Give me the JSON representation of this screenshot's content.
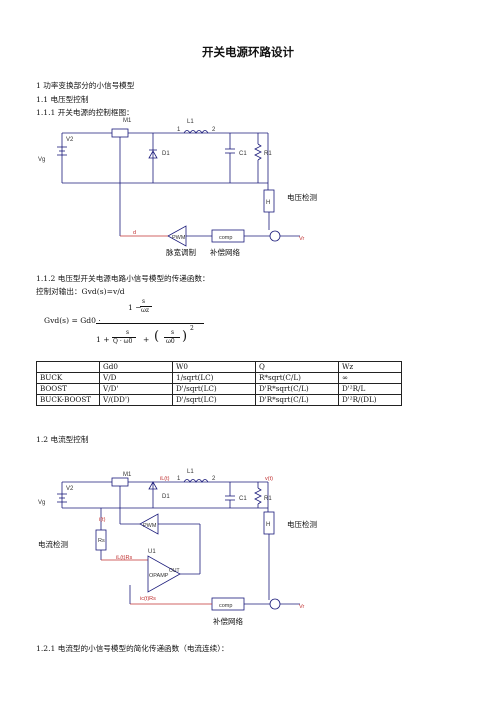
{
  "title": "开关电源环路设计",
  "sec1": "1    功率变换部分的小信号模型",
  "sec1_1": "1.1  电压型控制",
  "sec1_1_1": "1.1.1  开关电源的控制框图：",
  "diagram1": {
    "m1": "M1",
    "l1": "L1",
    "v2": "V2",
    "vg": "Vg",
    "d1": "D1",
    "c1": "C1",
    "r1": "R1",
    "n1": "1",
    "n2": "2",
    "h": "H",
    "pwm": "PWM",
    "comp": "comp",
    "d": "d",
    "vr": "Vr",
    "v_label": "电压检测",
    "pwm_label": "脉宽调制",
    "comp_label": "补偿网络"
  },
  "sec1_1_2": "1.1.2    电压型开关电源电路小信号模型的传递函数：",
  "control_output": "控制对输出：Gvd(s)=v/d",
  "formula": {
    "lhs": "Gvd(s) = Gd0 ·",
    "one_minus": "1 −",
    "s": "s",
    "wz": "ωz",
    "one_plus": "1 +",
    "q_w0": "Q · ω0",
    "plus": "+",
    "w0": "ω0",
    "sq": "2"
  },
  "table": {
    "headers": [
      "",
      "Gd0",
      "W0",
      "Q",
      "Wz"
    ],
    "rows": [
      [
        "BUCK",
        "V/D",
        "1/sqrt(LC)",
        "R*sqrt(C/L)",
        "∞"
      ],
      [
        "BOOST",
        "V/D'",
        "D'/sqrt(LC)",
        "D'R*sqrt(C/L)",
        "D'²R/L"
      ],
      [
        "BUCK-BOOST",
        "V/(DD')",
        "D'/sqrt(LC)",
        "D'R*sqrt(C/L)",
        "D'²R/(DL)"
      ]
    ]
  },
  "sec1_2": "1.2    电流型控制",
  "diagram2": {
    "m1": "M1",
    "l1": "L1",
    "v2": "V2",
    "vg": "Vg",
    "d1": "D1",
    "c1": "C1",
    "r1": "R1",
    "n1": "1",
    "n2": "2",
    "h": "H",
    "pwm": "PWM",
    "comp": "comp",
    "vr": "Vr",
    "il": "iL(t)",
    "vt": "v(t)",
    "rs": "Rs",
    "it": "i(t)",
    "u1": "U1",
    "opamp": "OPAMP",
    "out": "OUT",
    "ilrs": "iL(t)Rs",
    "icrs": "ic(t)Rs",
    "i_label": "电流检测",
    "v_label": "电压检测",
    "comp_label": "补偿网络"
  },
  "sec1_2_1": "1.2.1  电流型的小信号模型的简化传递函数（电流连续）："
}
